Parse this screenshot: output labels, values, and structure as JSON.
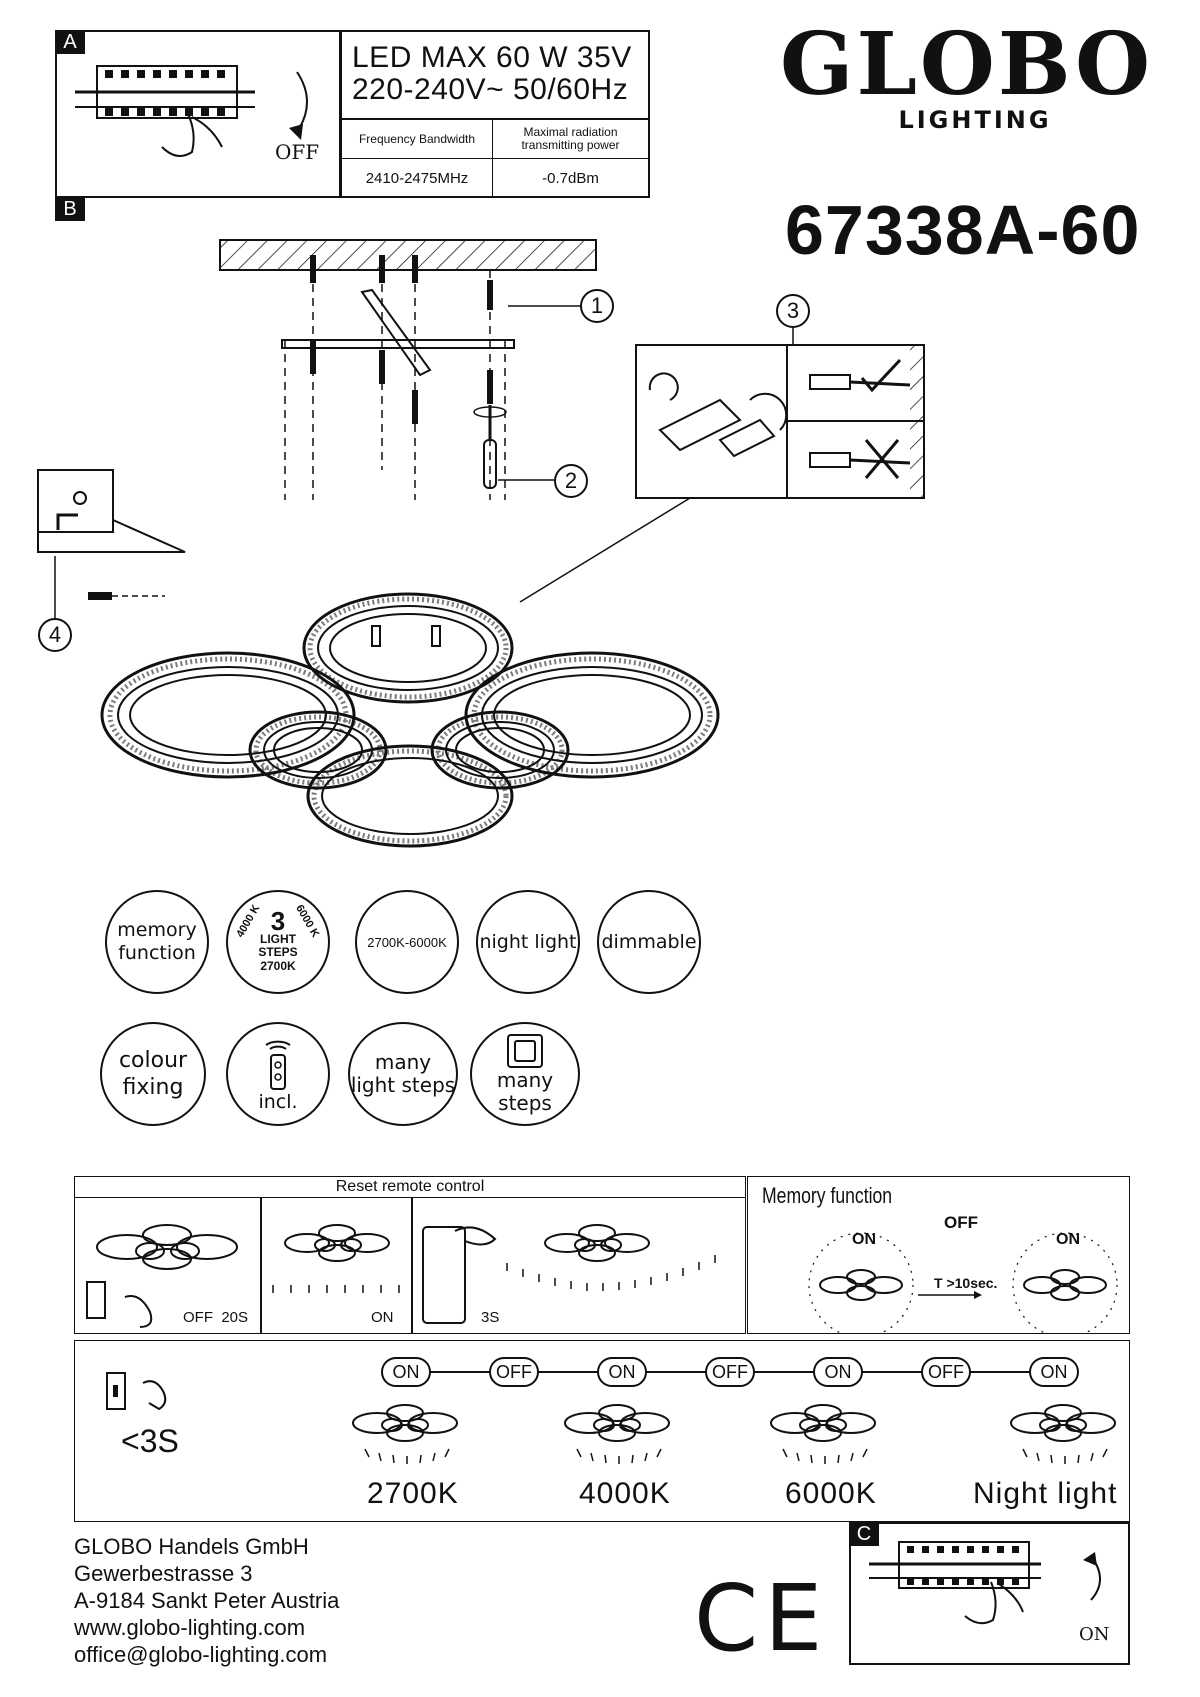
{
  "panel_a": {
    "tag": "A",
    "off_label": "OFF"
  },
  "panel_b": {
    "tag": "B"
  },
  "panel_c": {
    "tag": "C",
    "on_label": "ON"
  },
  "spec": {
    "line1": "LED MAX 60 W 35V",
    "line2": "220-240V~ 50/60Hz",
    "freq_header": "Frequency Bandwidth",
    "power_header": "Maximal radiation transmitting power",
    "freq_value": "2410-2475MHz",
    "power_value": "-0.7dBm"
  },
  "brand": {
    "name": "GLOBO",
    "sub": "LIGHTING",
    "model": "67338A-60"
  },
  "callouts": [
    "1",
    "2",
    "3",
    "4"
  ],
  "features": {
    "memory": "memory function",
    "steps_k1": "4000 K",
    "steps_num": "3",
    "steps_k2": "6000 K",
    "steps_label": "LIGHT STEPS",
    "steps_k3": "2700K",
    "range": "2700K-6000K",
    "night": "night light",
    "dimmable": "dimmable",
    "colour": "colour fixing",
    "remote": "incl.",
    "many_light": "many light steps",
    "many_steps": "many steps"
  },
  "reset": {
    "title": "Reset remote control",
    "step1": "OFF  20S",
    "step2": "ON",
    "step3": "3S"
  },
  "memory_fn": {
    "title": "Memory function",
    "on1": "ON",
    "off": "OFF",
    "on2": "ON",
    "timer": "T >10sec."
  },
  "switch_seq": {
    "hold": "<3S",
    "states": [
      "ON",
      "OFF",
      "ON",
      "OFF",
      "ON",
      "OFF",
      "ON"
    ],
    "temps": [
      "2700K",
      "4000K",
      "6000K",
      "Night light"
    ]
  },
  "address": [
    "GLOBO Handels GmbH",
    "Gewerbestrasse 3",
    "A-9184 Sankt Peter Austria",
    "www.globo-lighting.com",
    "office@globo-lighting.com"
  ],
  "ce_mark": "CE"
}
